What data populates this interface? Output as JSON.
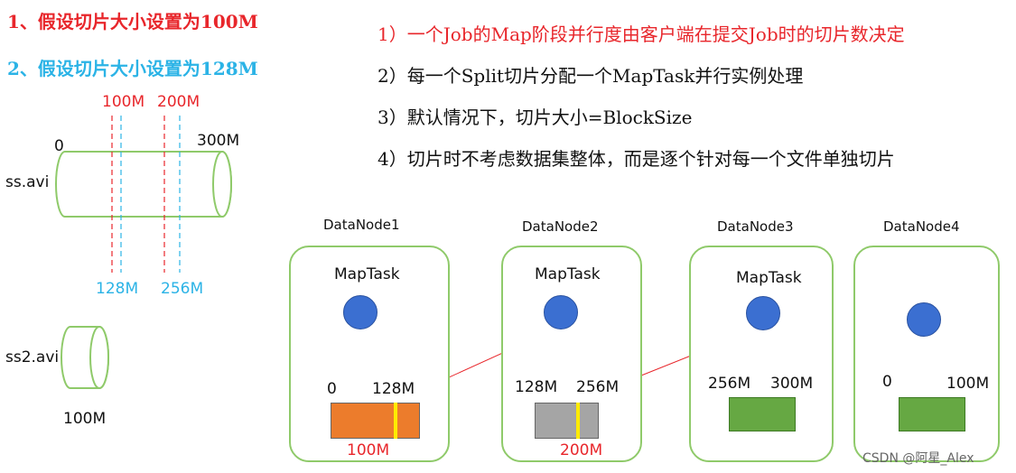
{
  "cases": [
    {
      "text": "1、假设切片大小设置为100M"
    },
    {
      "text": "2、假设切片大小设置为128M"
    }
  ],
  "rules": [
    {
      "text": "1）一个Job的Map阶段并行度由客户端在提交Job时的切片数决定"
    },
    {
      "text": "2）每一个Split切片分配一个MapTask并行实例处理"
    },
    {
      "text": "3）默认情况下，切片大小=BlockSize"
    },
    {
      "text": "4）切片时不考虑数据集整体，而是逐个针对每一个文件单独切片"
    }
  ],
  "file1": {
    "name": "ss.avi",
    "start": "0",
    "end": "300M",
    "red_marks": [
      "100M",
      "200M"
    ],
    "blue_marks": [
      "128M",
      "256M"
    ]
  },
  "file2": {
    "name": "ss2.avi",
    "size": "100M"
  },
  "datanodes": [
    {
      "title": "DataNode1",
      "maptask": "MapTask",
      "left": "0",
      "right": "128M",
      "split": "100M"
    },
    {
      "title": "DataNode2",
      "maptask": "MapTask",
      "left": "128M",
      "right": "256M",
      "split": "200M"
    },
    {
      "title": "DataNode3",
      "maptask": "MapTask",
      "left": "256M",
      "right": "300M"
    },
    {
      "title": "DataNode4",
      "maptask": "",
      "left": "0",
      "right": "100M"
    }
  ],
  "colors": {
    "red": "#e8262b",
    "blue": "#2bb3e6",
    "green_border": "#8fca6a",
    "circle": "#3b6fd1",
    "orange_block": "#ec7c2c",
    "gray_block": "#a5a5a5",
    "green_block": "#66a843",
    "split_line": "#ffeb00"
  },
  "watermark": "CSDN @阿星_Alex"
}
